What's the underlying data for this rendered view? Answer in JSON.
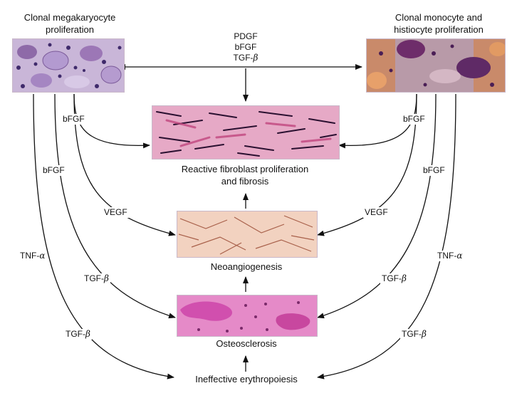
{
  "nodes": {
    "megakaryocyte": {
      "line1": "Clonal megakaryocyte",
      "line2": "proliferation"
    },
    "monocyte": {
      "line1": "Clonal monocyte and",
      "line2": "histiocyte proliferation"
    },
    "fibroblast": {
      "line1": "Reactive fibroblast proliferation",
      "line2": "and fibrosis"
    },
    "neoangiogenesis": {
      "label": "Neoangiogenesis"
    },
    "osteosclerosis": {
      "label": "Osteosclerosis"
    },
    "erythropoiesis": {
      "label": "Ineffective erythropoiesis"
    }
  },
  "factors": {
    "center_top": {
      "l1": "PDGF",
      "l2": "bFGF",
      "l3_prefix": "TGF-",
      "l3_greek": "β"
    },
    "left_bfgf_upper": "bFGF",
    "left_bfgf_lower": "bFGF",
    "left_vegf": "VEGF",
    "left_tnf": {
      "prefix": "TNF-",
      "greek": "α"
    },
    "left_tgf_mid": {
      "prefix": "TGF-",
      "greek": "β"
    },
    "left_tgf_low": {
      "prefix": "TGF-",
      "greek": "β"
    },
    "right_bfgf_upper": "bFGF",
    "right_bfgf_lower": "bFGF",
    "right_vegf": "VEGF",
    "right_tnf": {
      "prefix": "TNF-",
      "greek": "α"
    },
    "right_tgf_mid": {
      "prefix": "TGF-",
      "greek": "β"
    },
    "right_tgf_low": {
      "prefix": "TGF-",
      "greek": "β"
    }
  },
  "colors": {
    "arrow": "#111111",
    "megakaryocyte_bg": "#c9b6d8",
    "monocyte_bg": "#c98a6a",
    "fibrosis_bg": "#e6a9c6",
    "angio_bg": "#f2d2c0",
    "osteo_bg": "#e58ac8"
  }
}
